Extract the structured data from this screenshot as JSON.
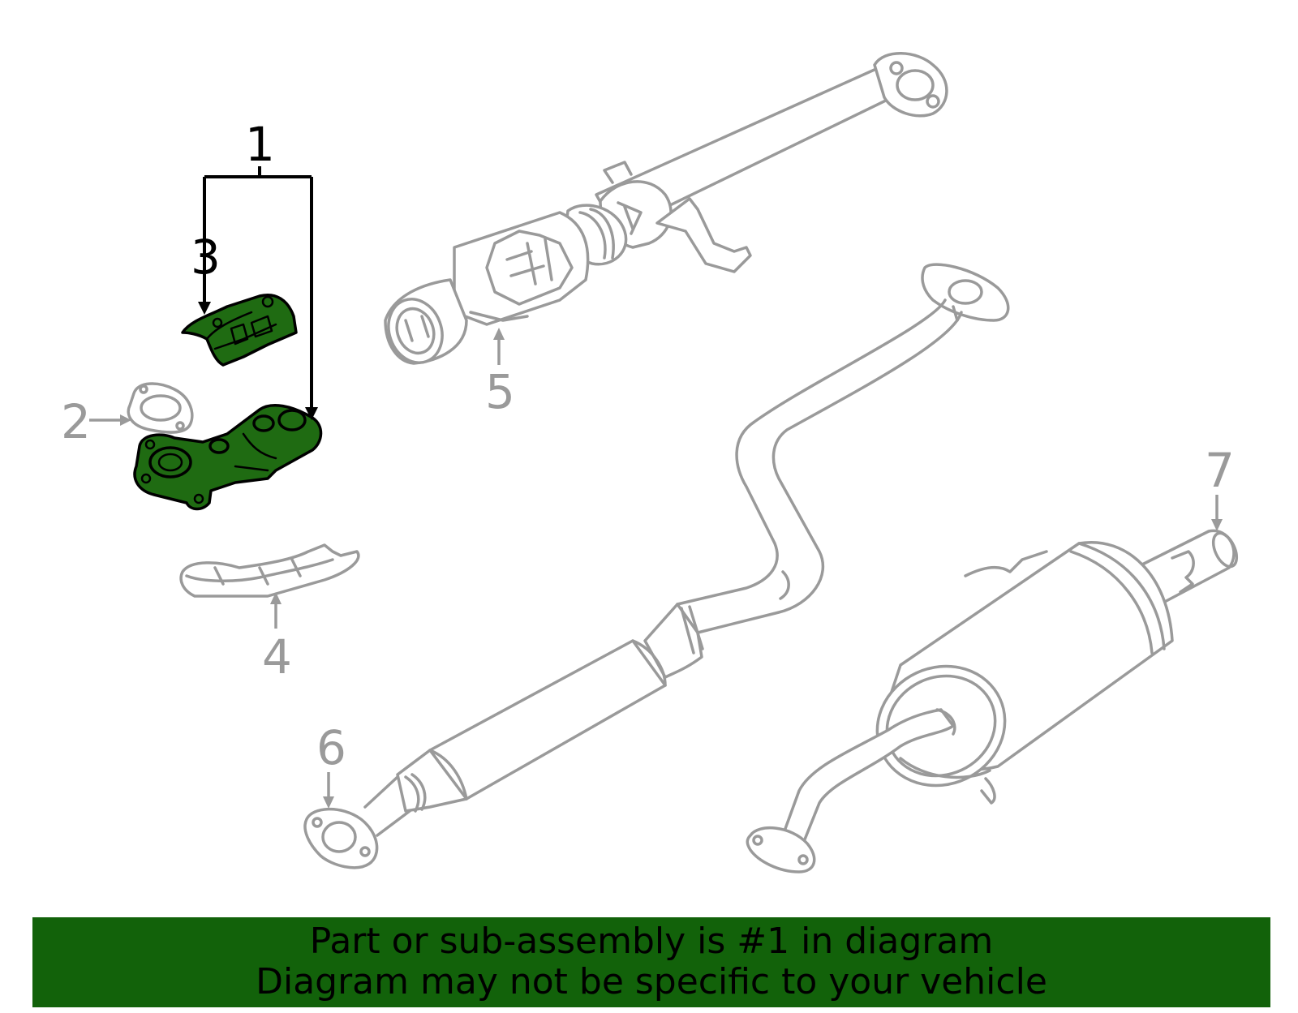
{
  "callouts": {
    "c1": "1",
    "c2": "2",
    "c3": "3",
    "c4": "4",
    "c5": "5",
    "c6": "6",
    "c7": "7"
  },
  "highlight_color": "#1f6b12",
  "banner": {
    "line1": "Part or sub-assembly is #1 in diagram",
    "line2": "Diagram may not be specific to your vehicle",
    "background": "#12620a"
  }
}
